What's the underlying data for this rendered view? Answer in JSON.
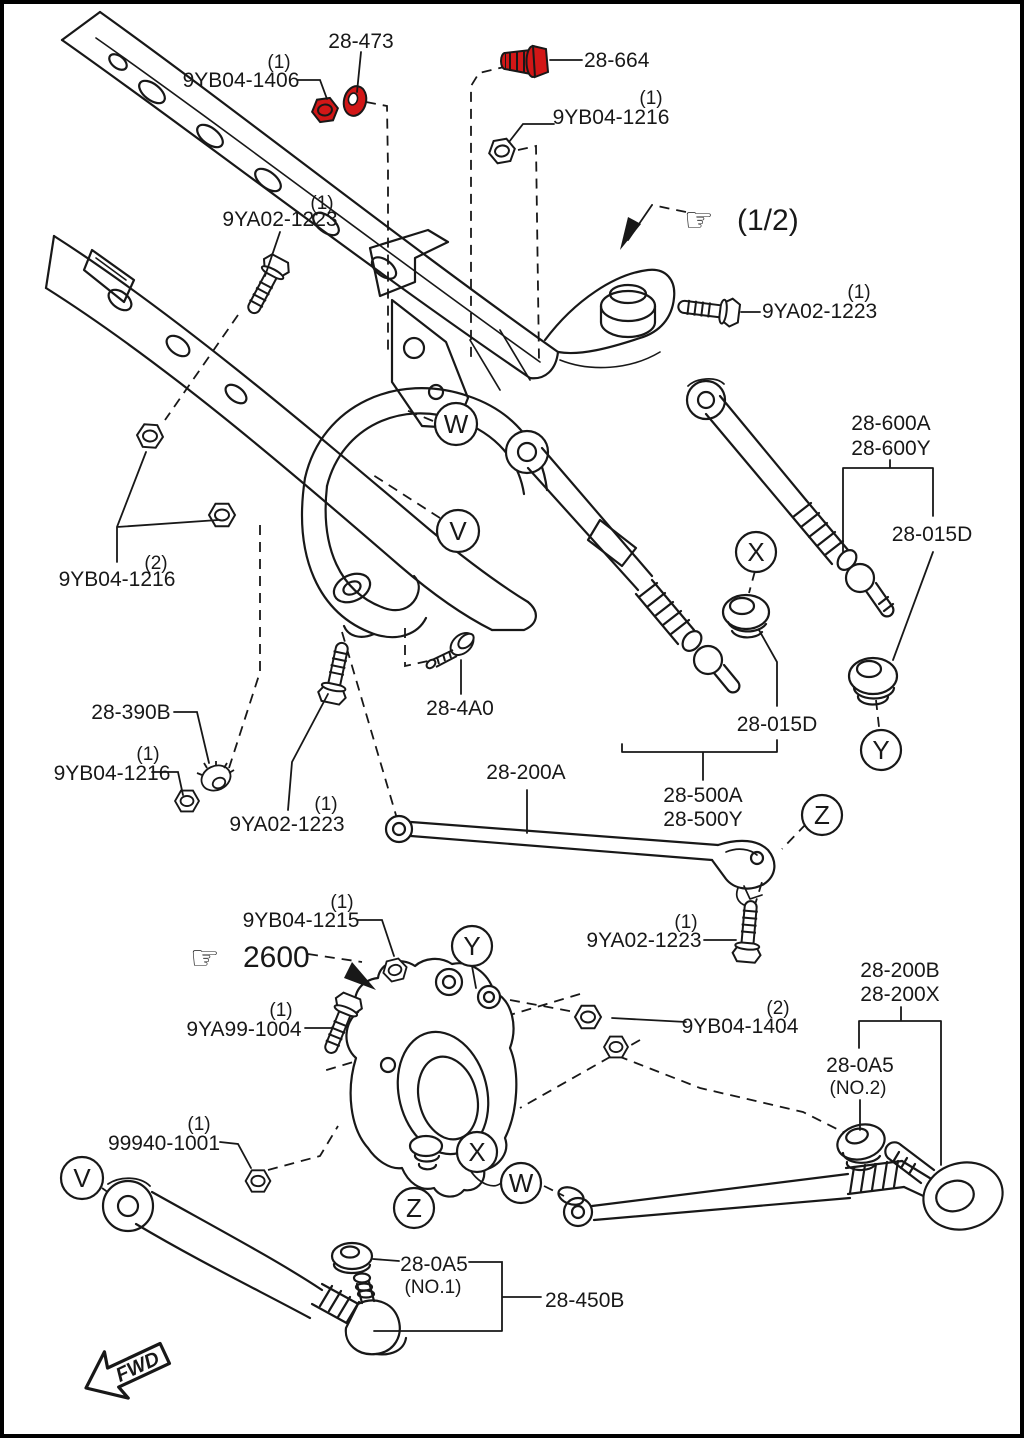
{
  "page": {
    "background": "#ffffff",
    "line_color": "#181818",
    "highlight_color": "#d21717",
    "description": "Rear suspension exploded parts diagram"
  },
  "icons": {
    "hand_pointer": "☞"
  },
  "sheet": {
    "pointer_sheet": "(1/2)",
    "pointer_section": "2600",
    "fwd": "FWD"
  },
  "parts": [
    {
      "part": "28-473",
      "highlighted": true
    },
    {
      "part": "9YB04-1406",
      "qty": "(1)",
      "highlighted": true
    },
    {
      "part": "28-664",
      "highlighted": true
    },
    {
      "part": "9YB04-1216",
      "qty": "(1)"
    },
    {
      "part": "9YA02-1223",
      "qty": "(1)"
    },
    {
      "part": "9YA02-1223",
      "qty": "(1)"
    },
    {
      "part": "28-600A",
      "part2": "28-600Y"
    },
    {
      "part": "28-015D"
    },
    {
      "part": "28-015D"
    },
    {
      "part": "9YB04-1216",
      "qty": "(2)"
    },
    {
      "part": "28-390B"
    },
    {
      "part": "9YB04-1216",
      "qty": "(1)"
    },
    {
      "part": "28-4A0"
    },
    {
      "part": "9YA02-1223",
      "qty": "(1)"
    },
    {
      "part": "28-200A"
    },
    {
      "part": "28-500A",
      "part2": "28-500Y"
    },
    {
      "part": "9YB04-1215",
      "qty": "(1)"
    },
    {
      "part": "9YA02-1223",
      "qty": "(1)"
    },
    {
      "part": "9YA99-1004",
      "qty": "(1)"
    },
    {
      "part": "9YB04-1404",
      "qty": "(2)"
    },
    {
      "part": "28-200B",
      "part2": "28-200X"
    },
    {
      "part": "28-0A5",
      "note": "(NO.2)"
    },
    {
      "part": "99940-1001",
      "qty": "(1)"
    },
    {
      "part": "28-0A5",
      "note": "(NO.1)"
    },
    {
      "part": "28-450B"
    }
  ],
  "view_callouts": [
    {
      "letter": "W"
    },
    {
      "letter": "V"
    },
    {
      "letter": "X"
    },
    {
      "letter": "Y"
    },
    {
      "letter": "Z"
    },
    {
      "letter": "Y"
    },
    {
      "letter": "X"
    },
    {
      "letter": "W"
    },
    {
      "letter": "Z"
    },
    {
      "letter": "V"
    }
  ]
}
